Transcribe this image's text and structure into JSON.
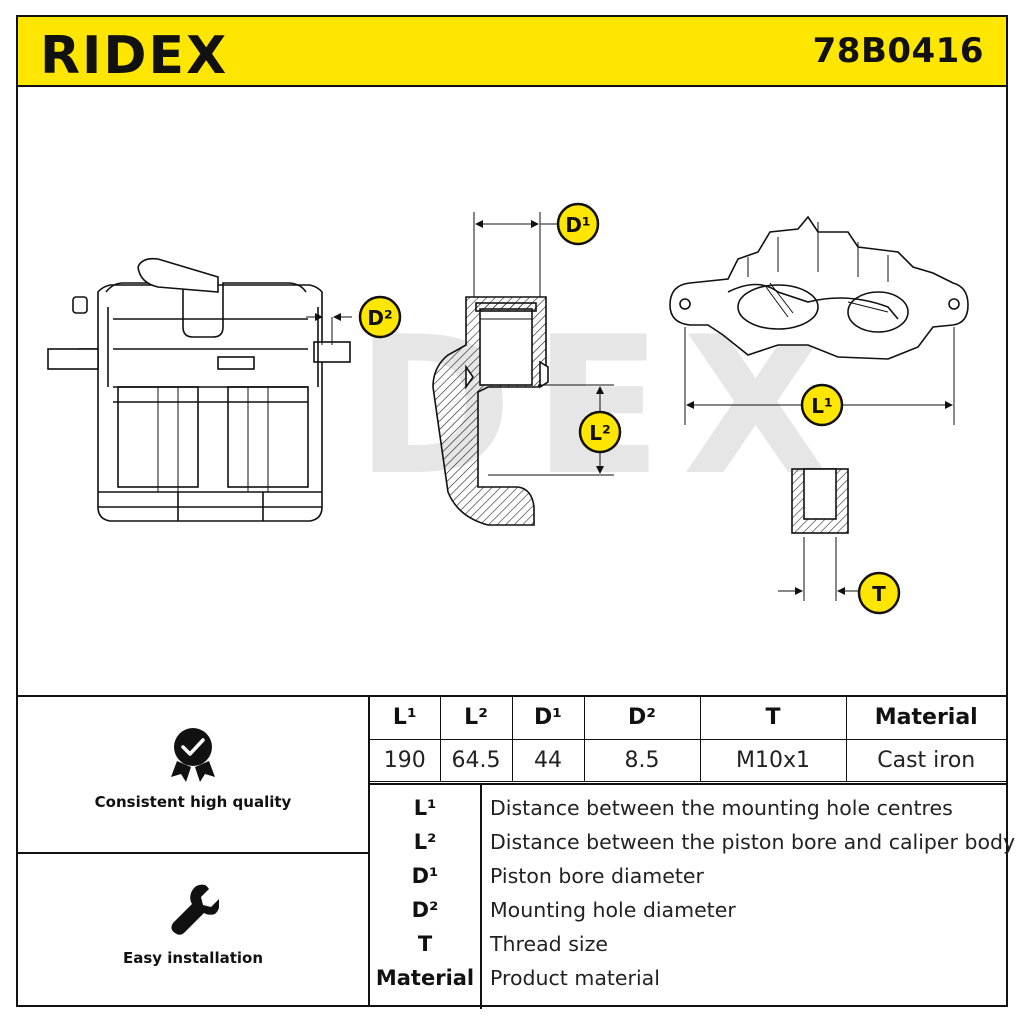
{
  "header": {
    "brand": "RIDEX",
    "part_number": "78B0416",
    "background_color": "#ffe600"
  },
  "drawing": {
    "watermark": "RIDEX",
    "labels": {
      "d1": "D¹",
      "d2": "D²",
      "l1": "L¹",
      "l2": "L²",
      "t": "T"
    },
    "badge_color": "#ffe600"
  },
  "features": [
    {
      "icon": "quality-badge-icon",
      "label": "Consistent high quality"
    },
    {
      "icon": "wrench-icon",
      "label": "Easy installation"
    }
  ],
  "dimensions": {
    "headers": [
      "L¹",
      "L²",
      "D¹",
      "D²",
      "T",
      "Material"
    ],
    "values": [
      "190",
      "64.5",
      "44",
      "8.5",
      "M10x1",
      "Cast iron"
    ]
  },
  "legend": [
    {
      "key": "L¹",
      "description": "Distance between the mounting hole centres"
    },
    {
      "key": "L²",
      "description": "Distance between the piston bore and caliper body"
    },
    {
      "key": "D¹",
      "description": "Piston bore diameter"
    },
    {
      "key": "D²",
      "description": "Mounting hole diameter"
    },
    {
      "key": "T",
      "description": "Thread size"
    },
    {
      "key": "Material",
      "description": "Product material"
    }
  ]
}
